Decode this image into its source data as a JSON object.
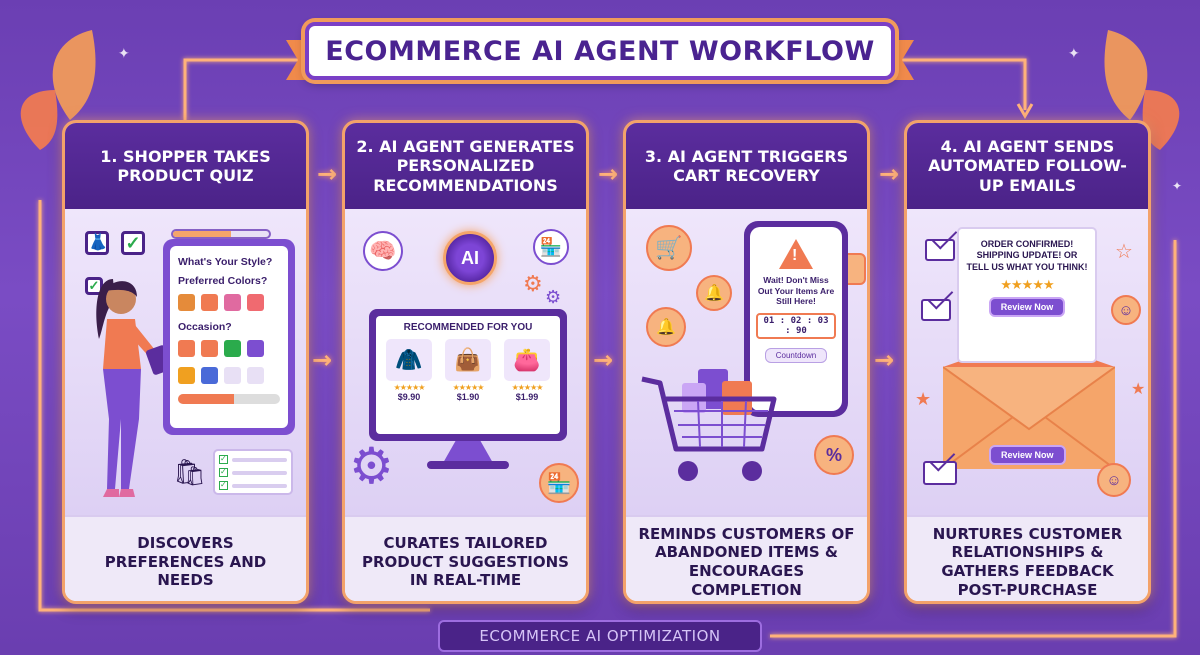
{
  "title": "ECOMMERCE AI AGENT WORKFLOW",
  "footer": "ECOMMERCE AI OPTIMIZATION",
  "arrow_glyph": "→",
  "steps": [
    {
      "heading": "1. SHOPPER TAKES PRODUCT QUIZ",
      "description": "DISCOVERS PREFERENCES AND NEEDS",
      "quiz": {
        "q1": "What's Your Style?",
        "q2": "Preferred Colors?",
        "q3": "Occasion?",
        "colors_row1": [
          "#e58b3a",
          "#f07a52",
          "#e06aa0",
          "#f06a70"
        ],
        "colors_row2": [
          "#f07a52",
          "#f07a52",
          "#2bab4c",
          "#7c4ed0"
        ],
        "colors_row3": [
          "#f0a020",
          "#4a6ad8",
          "#e8e0f5",
          "#e8e0f5"
        ]
      },
      "icons": [
        "dress-icon",
        "checkbox-icon",
        "shopping-bag-icon",
        "plant-icon"
      ]
    },
    {
      "heading": "2. AI AGENT GENERATES PERSONALIZED RECOMMENDATIONS",
      "description": "CURATES TAILORED PRODUCT SUGGESTIONS IN REAL-TIME",
      "ai_label": "AI",
      "recommended_title": "RECOMMENDED FOR YOU",
      "products": [
        {
          "icon": "jacket-icon",
          "glyph": "🧥",
          "stars": "★★★★★",
          "price": "$9.90"
        },
        {
          "icon": "handbag-icon",
          "glyph": "👜",
          "stars": "★★★★★",
          "price": "$1.90"
        },
        {
          "icon": "bag-icon",
          "glyph": "👛",
          "stars": "★★★★★",
          "price": "$1.99"
        }
      ]
    },
    {
      "heading": "3. AI AGENT TRIGGERS CART RECOVERY",
      "description": "REMINDS CUSTOMERS OF ABANDONED ITEMS & ENCOURAGES COMPLETION",
      "phone_text": "Wait! Don't Miss Out Your Items Are Still Here!",
      "timer": "01 : 02 : 03 : 90",
      "countdown_label": "Countdown",
      "discount_glyph": "%"
    },
    {
      "heading": "4. AI AGENT SENDS AUTOMATED FOLLOW-UP EMAILS",
      "description": "NURTURES CUSTOMER RELATIONSHIPS & GATHERS FEEDBACK POST-PURCHASE",
      "letter_text": "ORDER CONFIRMED! SHIPPING UPDATE! OR TELL US WHAT YOU THINK!",
      "letter_stars": "★★★★★",
      "review_label": "Review Now"
    }
  ]
}
